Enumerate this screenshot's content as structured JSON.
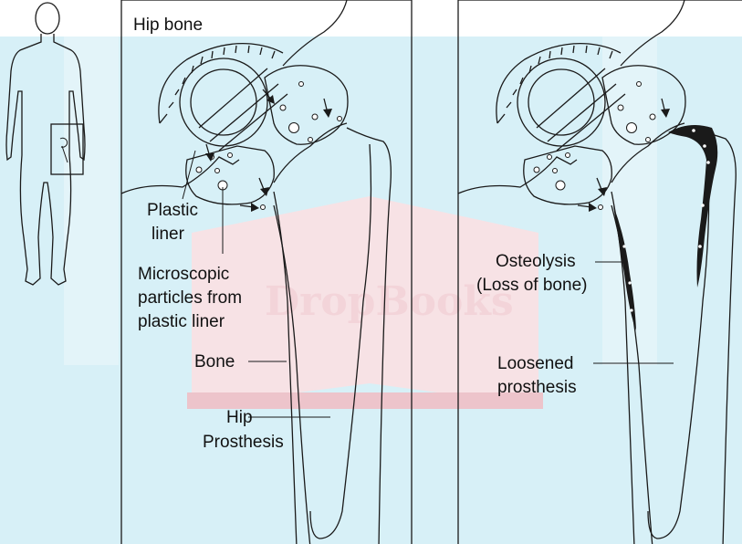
{
  "watermark": "DropBooks",
  "colors": {
    "watermark_band": "#d7f0f7",
    "watermark_red": "#e7b8c0",
    "line": "#1a1a1a",
    "osteolysis": "#1a1a1a"
  },
  "figure": {
    "panel_left": {
      "title": "Hip bone",
      "labels": {
        "plastic_liner": [
          "Plastic",
          "liner"
        ],
        "particles": [
          "Microscopic",
          "particles from",
          "plastic liner"
        ],
        "bone": "Bone",
        "prosthesis": [
          "Hip",
          "Prosthesis"
        ]
      }
    },
    "panel_right": {
      "labels": {
        "osteolysis": [
          "Osteolysis",
          "(Loss of bone)"
        ],
        "loosened": [
          "Loosened",
          "prosthesis"
        ]
      }
    }
  }
}
